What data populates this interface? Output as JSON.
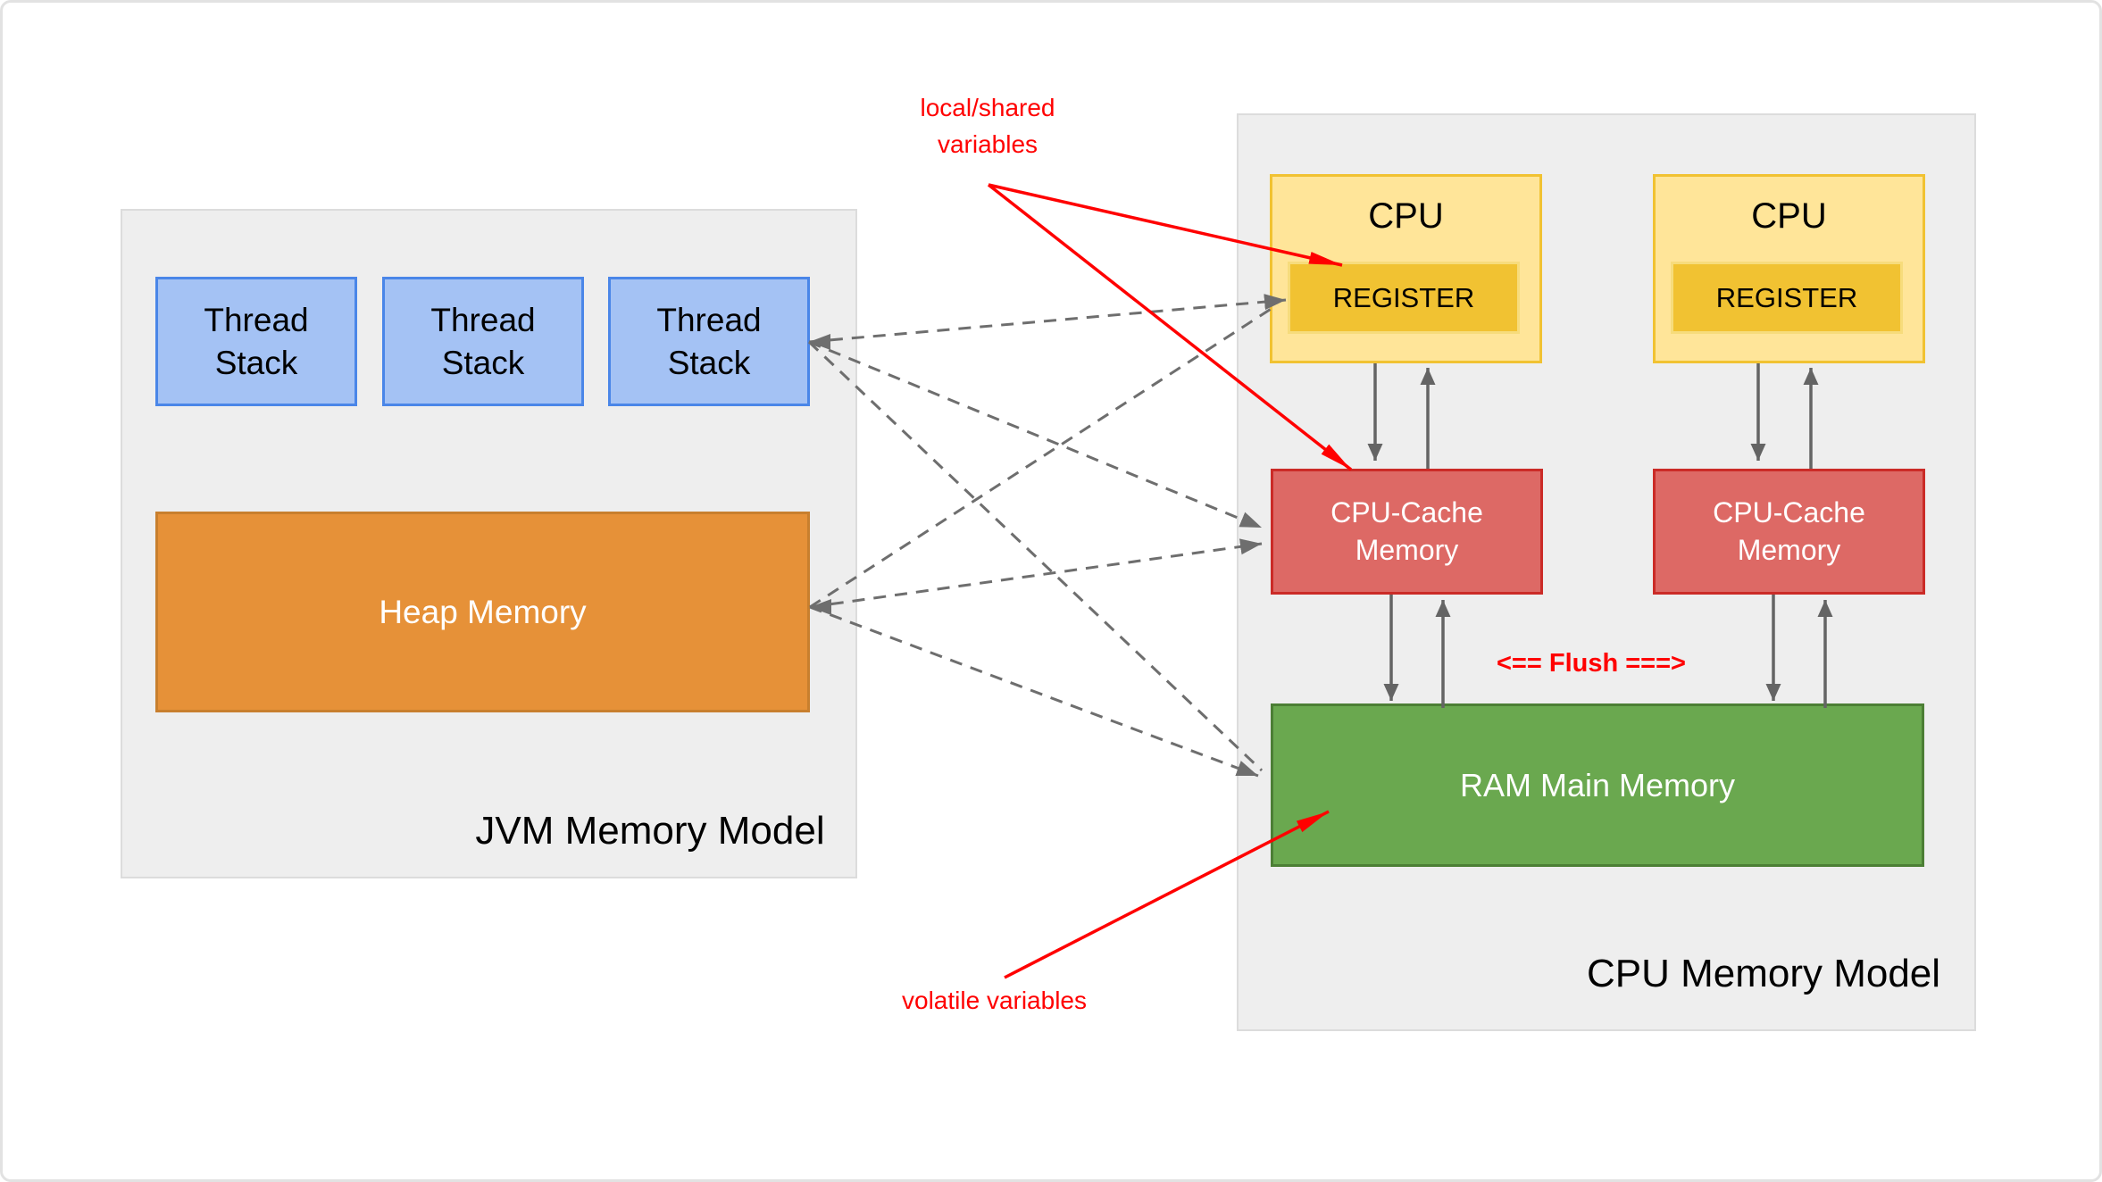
{
  "jvm_model": {
    "title": "JVM Memory Model",
    "thread_stacks": [
      "Thread\nStack",
      "Thread\nStack",
      "Thread\nStack"
    ],
    "heap_label": "Heap Memory"
  },
  "cpu_model": {
    "title": "CPU Memory Model",
    "cpus": [
      {
        "label": "CPU",
        "register": "REGISTER",
        "cache": "CPU-Cache\nMemory"
      },
      {
        "label": "CPU",
        "register": "REGISTER",
        "cache": "CPU-Cache\nMemory"
      }
    ],
    "ram_label": "RAM Main Memory",
    "flush_annotation": "<== Flush ===>"
  },
  "annotations": {
    "local_shared_variables": "local/shared\nvariables",
    "volatile_variables": "volatile variables"
  },
  "colors": {
    "thread_stack_fill": "#a4c2f4",
    "thread_stack_border": "#4a86e8",
    "heap_fill": "#e69138",
    "heap_border": "#c87f2e",
    "cpu_fill": "#ffe599",
    "cpu_border": "#f1c232",
    "register_fill": "#f1c232",
    "cache_fill": "#dd6965",
    "cache_border": "#cb2b27",
    "ram_fill": "#6aa84f",
    "ram_border": "#4c7f35",
    "panel_fill": "#eeeeee",
    "annotation_red": "#ff0000",
    "arrow_gray": "#646464",
    "dashed_arrow_gray": "#6e6e6e"
  }
}
